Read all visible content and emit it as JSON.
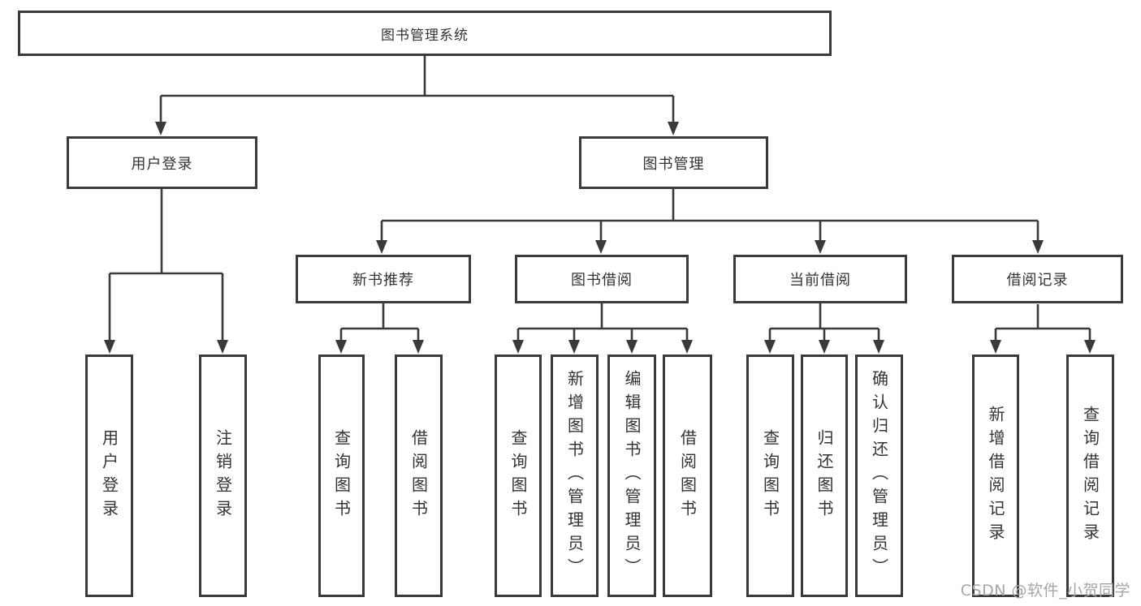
{
  "tree": {
    "root": {
      "label": "图书管理系统"
    },
    "level2": [
      {
        "label": "用户登录",
        "children": [
          {
            "label": "用户登录"
          },
          {
            "label": "注销登录"
          }
        ]
      },
      {
        "label": "图书管理",
        "children": [
          {
            "label": "新书推荐",
            "children": [
              {
                "label": "查询图书"
              },
              {
                "label": "借阅图书"
              }
            ]
          },
          {
            "label": "图书借阅",
            "children": [
              {
                "label": "查询图书"
              },
              {
                "label": "新增图书（管理员）"
              },
              {
                "label": "编辑图书（管理员）"
              },
              {
                "label": "借阅图书"
              }
            ]
          },
          {
            "label": "当前借阅",
            "children": [
              {
                "label": "查询图书"
              },
              {
                "label": "归还图书"
              },
              {
                "label": "确认归还（管理员）"
              }
            ]
          },
          {
            "label": "借阅记录",
            "children": [
              {
                "label": "新增借阅记录"
              },
              {
                "label": "查询借阅记录"
              }
            ]
          }
        ]
      }
    ]
  },
  "watermark": "CSDN @软件_小贺同学",
  "colors": {
    "line": "#3a3a3a",
    "text": "#333333",
    "box_bg": "#ffffff",
    "canvas_bg": "#ffffff",
    "watermark": "#a6a6a6"
  }
}
